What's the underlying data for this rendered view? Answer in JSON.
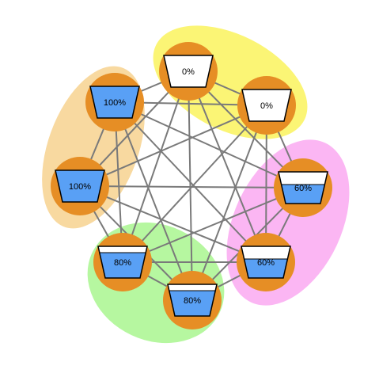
{
  "groups": [
    {
      "id": "blue-pair",
      "color": "#f8d9a0"
    },
    {
      "id": "white-pair",
      "color": "#fbf575"
    },
    {
      "id": "sixty-pair",
      "color": "#fbb6f3"
    },
    {
      "id": "eighty-pair",
      "color": "#b6f7a0"
    }
  ],
  "colors": {
    "node_fill": "#e68e25",
    "water": "#59a0f5",
    "edge": "#7a7a7a",
    "cup_outline": "#000000"
  },
  "nodes": [
    {
      "id": "n0",
      "label": "0%",
      "fill": 0
    },
    {
      "id": "n1",
      "label": "0%",
      "fill": 0
    },
    {
      "id": "n2",
      "label": "60%",
      "fill": 0.6
    },
    {
      "id": "n3",
      "label": "60%",
      "fill": 0.6
    },
    {
      "id": "n4",
      "label": "80%",
      "fill": 0.8
    },
    {
      "id": "n5",
      "label": "80%",
      "fill": 0.8
    },
    {
      "id": "n6",
      "label": "100%",
      "fill": 1.0
    },
    {
      "id": "n7",
      "label": "100%",
      "fill": 1.0
    }
  ]
}
